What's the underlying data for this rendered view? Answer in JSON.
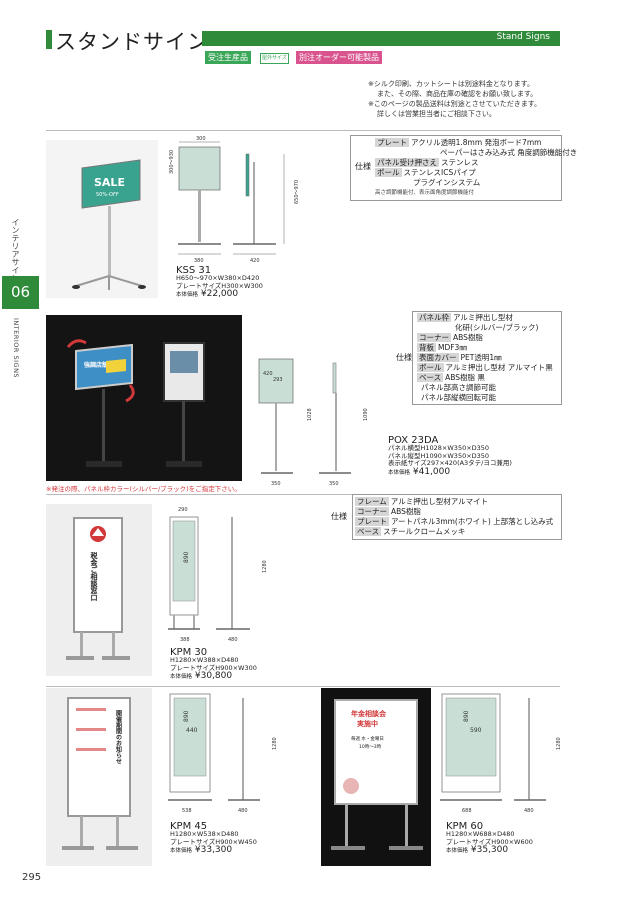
{
  "header": {
    "title": "スタンドサイン",
    "title_en": "Stand Signs",
    "tag_production": "受注生産品",
    "tag_small": "屋外サイズ",
    "tag_custom": "別注オーダー可能製品"
  },
  "notes": [
    "※シルク印刷、カットシートは別途料金となります。",
    "また、その際、商品在庫の確認をお願い致します。",
    "※このページの製品送料は別途とさせていただきます。",
    "詳しくは営業担当者にご相談下さい。"
  ],
  "side": {
    "jp": "インテリアサイン",
    "number": "06",
    "en": "INTERIOR SIGNS"
  },
  "page_number": "295",
  "spec_label": "仕様",
  "products": [
    {
      "model": "KSS 31",
      "lines": [
        "H650〜970×W380×D420",
        "プレートサイズH300×W300"
      ],
      "price_label": "本体価格",
      "price": "¥22,000",
      "photo_text": {
        "sale": "SALE",
        "sub": "50%-OFF"
      },
      "dims": {
        "top": "300",
        "side": "300〜930",
        "height": "650〜970",
        "w1": "380",
        "w2": "420"
      },
      "specs": [
        {
          "k": "プレート",
          "v": "アクリル透明1.8mm 発泡ボード7mm"
        },
        {
          "k": "",
          "v": "ペーパーはさみ込み式 角度調節機能付き"
        },
        {
          "k": "パネル受け押さえ",
          "v": "ステンレス"
        },
        {
          "k": "ポール",
          "v": "ステンレスICSパイプ"
        },
        {
          "k": "",
          "v": "プラグインシステム"
        }
      ],
      "spec_sub": "高さ調節機能付、表示面角度調節機能付"
    },
    {
      "model": "POX 23DA",
      "lines": [
        "パネル横型H1028×W350×D350",
        "パネル縦型H1090×W350×D350",
        "表示紙サイズ297×420(A3タテ/ヨコ兼用)"
      ],
      "price_label": "本体価格",
      "price": "¥41,000",
      "photo_text": {
        "panel": "強調店舗"
      },
      "dims": {
        "inner": "293",
        "inner2": "420",
        "h1": "1028",
        "h2": "1090",
        "w1": "350",
        "w2": "350"
      },
      "specs": [
        {
          "k": "パネル枠",
          "v": "アルミ押出し型材"
        },
        {
          "k": "",
          "v": "化研(シルバー/ブラック)"
        },
        {
          "k": "コーナー",
          "v": "ABS樹脂"
        },
        {
          "k": "背板",
          "v": "MDF3㎜"
        },
        {
          "k": "表面カバー",
          "v": "PET透明1㎜"
        },
        {
          "k": "ポール",
          "v": "アルミ押出し型材 アルマイト黒"
        },
        {
          "k": "ベース",
          "v": "ABS樹脂 黒"
        },
        {
          "k": "",
          "v": "パネル部高さ調節可能"
        },
        {
          "k": "",
          "v": "パネル部縦横回転可能"
        }
      ],
      "caption": "※発注の際、パネル枠カラー(シルバー/ブラック)をご指定下さい。"
    },
    {
      "model": "KPM 30",
      "lines": [
        "H1280×W388×D480",
        "プレートサイズH900×W300"
      ],
      "price_label": "本体価格",
      "price": "¥30,800",
      "photo_text": {
        "main": "税金ご相談窓口"
      },
      "dims": {
        "top": "290",
        "inner": "890",
        "height": "1280",
        "w1": "388",
        "w2": "480"
      },
      "specs": [
        {
          "k": "フレーム",
          "v": "アルミ押出し型材アルマイト"
        },
        {
          "k": "コーナー",
          "v": "ABS樹脂"
        },
        {
          "k": "プレート",
          "v": "アートパネル3mm(ホワイト) 上部落とし込み式"
        },
        {
          "k": "ベース",
          "v": "スチールクロームメッキ"
        }
      ]
    },
    {
      "model": "KPM 45",
      "lines": [
        "H1280×W538×D480",
        "プレートサイズH900×W450"
      ],
      "price_label": "本体価格",
      "price": "¥33,300",
      "photo_text": {
        "main": "開催期間のお知らせ"
      },
      "dims": {
        "inner": "890",
        "inner_w": "440",
        "height": "1280",
        "w1": "538",
        "w2": "480"
      }
    },
    {
      "model": "KPM 60",
      "lines": [
        "H1280×W688×D480",
        "プレートサイズH900×W600"
      ],
      "price_label": "本体価格",
      "price": "¥35,300",
      "photo_text": {
        "title1": "年金相談会",
        "title2": "実施中",
        "line1": "毎週 水・金曜日",
        "line2": "10時〜3時"
      },
      "dims": {
        "inner": "890",
        "inner_w": "590",
        "height": "1280",
        "w1": "688",
        "w2": "480"
      }
    }
  ]
}
